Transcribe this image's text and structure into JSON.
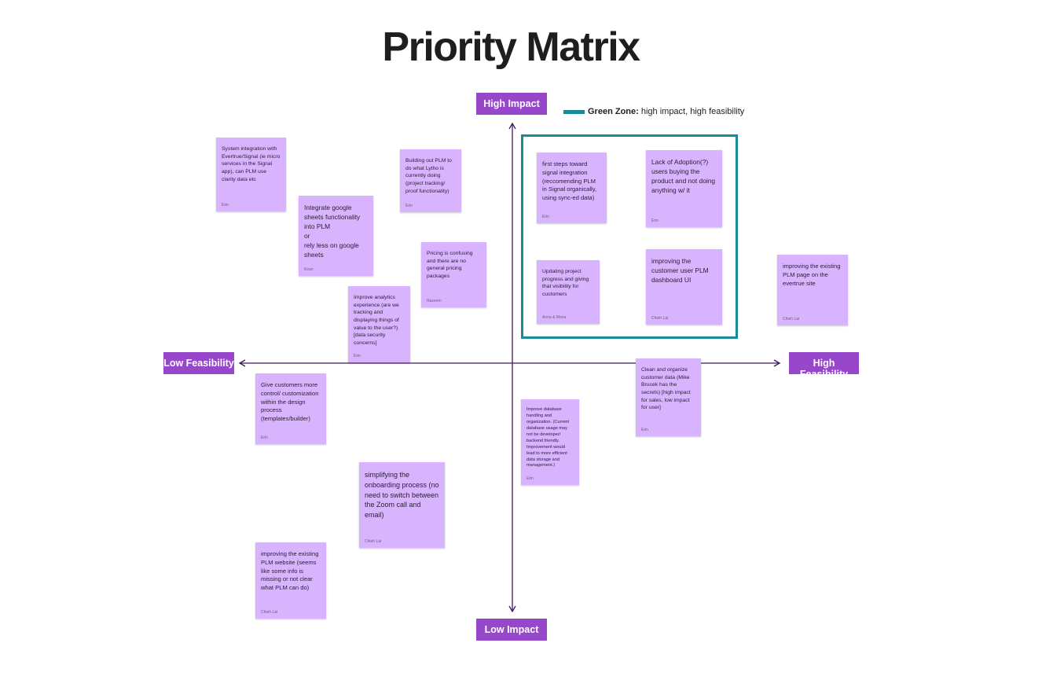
{
  "title": "Priority Matrix",
  "axes": {
    "high_impact": "High Impact",
    "low_impact": "Low Impact",
    "low_feasibility": "Low Feasibility",
    "high_feasibility": "High Feasibility"
  },
  "legend": {
    "bold": "Green Zone:",
    "text": " high impact, high feasibility",
    "color": "#1a8b96"
  },
  "colors": {
    "note": "#d8b4fe",
    "label": "#9747c9",
    "axis": "#3b1a5a",
    "zone": "#1a8b96"
  },
  "notes": [
    {
      "text": "System integration with Evertrue/Signal (ie micro services in the Signal app), can PLM use clarity data etc",
      "author": "Erin"
    },
    {
      "text": "Integrate google sheets functionality into PLM\nor\nrely less on google sheets",
      "author": "Kiran"
    },
    {
      "text": "Building out  PLM to do what Lytho is currently doing (project tracking/ proof functionality)",
      "author": "Erin"
    },
    {
      "text": "Pricing is confusing and there are no general pricing packages",
      "author": "Naseem"
    },
    {
      "text": "Improve analytics experience (are we tracking and displaying things of value to the user?) [data security concerns]",
      "author": "Erin"
    },
    {
      "text": "first steps toward signal integration (reccomending PLM in Signal organically, using sync-ed data)",
      "author": "Erin"
    },
    {
      "text": "Lack of Adoption(?) users buying the product and not doing anything w/ it",
      "author": "Erin"
    },
    {
      "text": "Updating project progress and giving that visibility for customers",
      "author": "Anna & Mona"
    },
    {
      "text": "improving the customer user PLM dashboard UI",
      "author": "Chieh Lai"
    },
    {
      "text": "improving the existing PLM page on the evertrue site",
      "author": "Chieh Lai"
    },
    {
      "text": "Clean and organize customer data (Mike Brucek has the secrets) [high impact for sales, low impact for user]",
      "author": "Erin"
    },
    {
      "text": "Give customers more control/ customization within the design process (templates/builder)",
      "author": "Erin"
    },
    {
      "text": "Improve database handling and organization. (Current database usage may not be developer/ backend friendly. Improvement would lead to more efficient data storage and management.)",
      "author": "Erin"
    },
    {
      "text": "simplifying the onboarding process (no need to switch between the Zoom call and email)",
      "author": "Chieh Lai"
    },
    {
      "text": "improving the existing PLM website (seems like some info is missing or not clear what PLM can do)",
      "author": "Chieh Lai"
    }
  ]
}
